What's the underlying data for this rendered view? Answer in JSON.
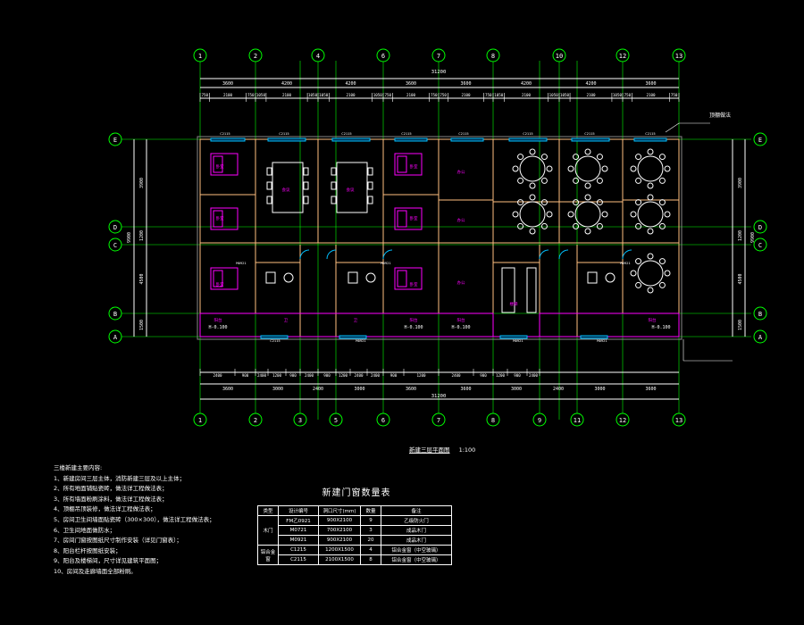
{
  "grid_top": [
    "1",
    "2",
    "4",
    "6",
    "7",
    "8",
    "10",
    "12",
    "13"
  ],
  "grid_bottom": [
    "1",
    "2",
    "3",
    "5",
    "6",
    "7",
    "8",
    "9",
    "11",
    "12",
    "13"
  ],
  "grid_rows": [
    "E",
    "D",
    "C",
    "B",
    "A"
  ],
  "dims_top_row1": [
    "3600",
    "4200",
    "4200",
    "3600",
    "3600",
    "4200",
    "4200",
    "3600"
  ],
  "dims_top_total": "31200",
  "dims_top_row2": [
    "750",
    "2100",
    "750",
    "1050",
    "2100",
    "1050",
    "1050",
    "2100",
    "1050",
    "750",
    "2100",
    "750",
    "750",
    "2100",
    "750",
    "1050",
    "2100",
    "1050",
    "1050",
    "2100",
    "1050",
    "750",
    "2100",
    "750"
  ],
  "dims_bottom_row1": [
    "2400",
    "900",
    "2400",
    "1200",
    "900",
    "2400",
    "900",
    "1200",
    "2400",
    "2400",
    "900",
    "1200",
    "2400",
    "900",
    "1200",
    "900",
    "2400"
  ],
  "dims_bottom_row2": [
    "3600",
    "3000",
    "2400",
    "3000",
    "3600",
    "3600",
    "3000",
    "2400",
    "3000",
    "3600"
  ],
  "dims_bottom_total": "31200",
  "dims_left": [
    "3900",
    "1200",
    "4500",
    "1500"
  ],
  "dims_left_total": "9900",
  "dims_right": [
    "3900",
    "1200",
    "4500",
    "1500"
  ],
  "dims_right_total": "9900",
  "level_marks": [
    "H-0.100",
    "H-0.100",
    "H-0.100",
    "H-0.100"
  ],
  "window_tags": [
    "C2115",
    "C2115",
    "C2115",
    "C2115",
    "C2115",
    "C2115",
    "C2115",
    "C2115",
    "C2115"
  ],
  "door_tags": [
    "M0921",
    "M0921",
    "M0921",
    "M0921",
    "M0921",
    "M0921"
  ],
  "room_labels": [
    "卧室",
    "卧室",
    "卧室",
    "卧室",
    "卧室",
    "卧室",
    "会议",
    "会议",
    "办公",
    "办公",
    "办公",
    "卫",
    "卫",
    "楼梯",
    "阳台",
    "阳台",
    "阳台",
    "阳台"
  ],
  "annotation": "顶棚做法",
  "drawing_title": "新建三层平面图",
  "drawing_scale": "1:100",
  "notes_title": "三楼新建主要内容:",
  "notes": [
    "1、新建房间三层主体，消防新建三层及以上主体；",
    "2、所有地面铺贴瓷砖，做法详工程做法表；",
    "3、所有墙面粉刷涂料，做法详工程做法表；",
    "4、顶棚吊顶装修，做法详工程做法表；",
    "5、房间卫生间墙面贴瓷砖（300×300），做法详工程做法表；",
    "6、卫生间地面做防水；",
    "7、房间门窗按图纸尺寸制作安装（详见门窗表）；",
    "8、阳台栏杆按图纸安装；",
    "9、阳台及楼梯间，尺寸详见建筑平面图；",
    "10、房间及走廊墙面全部粉刷。"
  ],
  "door_table": {
    "title": "新建门窗数量表",
    "headers": [
      "类型",
      "设计编号",
      "洞口尺寸(mm)",
      "数量",
      "备注"
    ],
    "rows": [
      [
        "",
        "FM乙0921",
        "900X2100",
        "9",
        "乙级防火门"
      ],
      [
        "木门",
        "M0721",
        "700X2100",
        "3",
        "成品木门"
      ],
      [
        "",
        "M0921",
        "900X2100",
        "20",
        "成品木门"
      ],
      [
        "",
        "C1215",
        "1200X1500",
        "4",
        "铝合金窗（中空玻璃）"
      ],
      [
        "铝合金窗",
        "C2115",
        "2100X1500",
        "8",
        "铝合金窗（中空玻璃）"
      ]
    ]
  },
  "colors": {
    "bg": "#000000",
    "axis": "#00ff00",
    "wall": "#ffc080",
    "dim": "#ffffff",
    "window": "#00c0ff",
    "magenta": "#ff00ff",
    "text": "#ffffff"
  }
}
